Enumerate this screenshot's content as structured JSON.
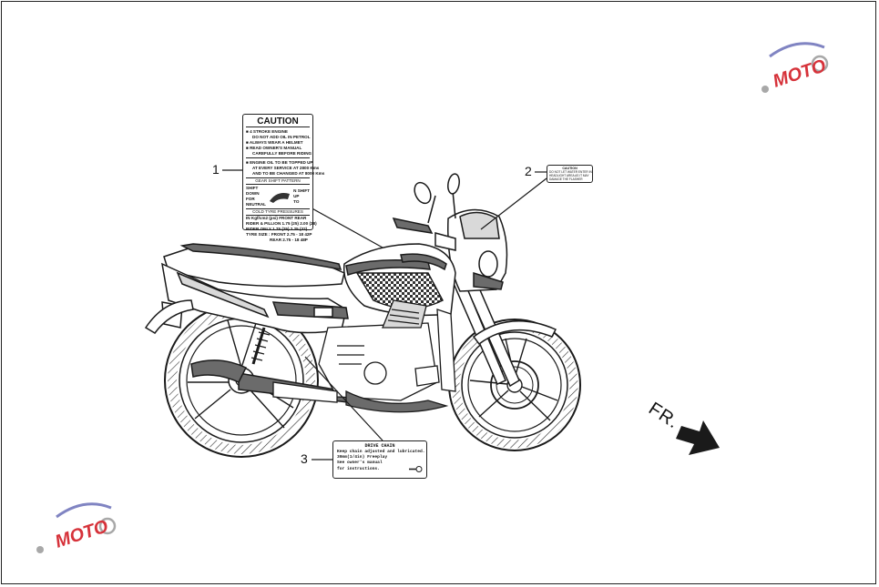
{
  "callouts": {
    "one": "1",
    "two": "2",
    "three": "3"
  },
  "direction_label": "FR.",
  "label1": {
    "title": "CAUTION",
    "items": [
      "4 STROKE ENGINE",
      "DO NOT ADD OIL IN PETROL",
      "ALWAYS WEAR A HELMET",
      "READ OWNER'S MANUAL",
      "CAREFULLY BEFORE RIDING"
    ],
    "oil_lines": [
      "ENGINE OIL TO BE TOPPED UP",
      "AT EVERY SERVICE AT 2800 Kms",
      "AND TO BE CHANGED AT 8000 Kms"
    ],
    "gear_title": "GEAR SHIFT PATTERN",
    "gear_left": [
      "SHIFT",
      "DOWN",
      "FOR",
      "NEUTRAL"
    ],
    "gear_right": [
      "N SHIFT",
      "UP",
      "TO"
    ],
    "tyre_title": "COLD TYRE PRESSURES",
    "tyre_rows": [
      "IN Kgf/cm2 (psi)   FRONT   REAR",
      "RIDER & PILLION 1.75 (25)  2.00 (28)",
      "RIDER ONLY      1.75 (25)  2.25 (32)",
      "TYRE SIZE : FRONT 2.75 - 18 42P",
      "REAR  2.75 - 18 48P"
    ]
  },
  "label2": {
    "title": "CAUTION",
    "lines": [
      "DO NOT LET WATER ENTER IN",
      "HEADLIGHT AREA AS IT MAY",
      "DAMAGE THE FLASHER"
    ]
  },
  "label3": {
    "title": "DRIVE CHAIN",
    "lines": [
      "Keep chain adjusted and lubricated.",
      "30mm(1/4in) Freeplay",
      "See owner's manual",
      "for instructions."
    ]
  },
  "watermark": {
    "text": "MOTO"
  },
  "colors": {
    "line": "#1a1a1a",
    "gray_fill": "#6b6b6b",
    "light_fill": "#d9d9d9",
    "watermark_red": "#d6323a",
    "watermark_blue": "#6a6fb8"
  }
}
